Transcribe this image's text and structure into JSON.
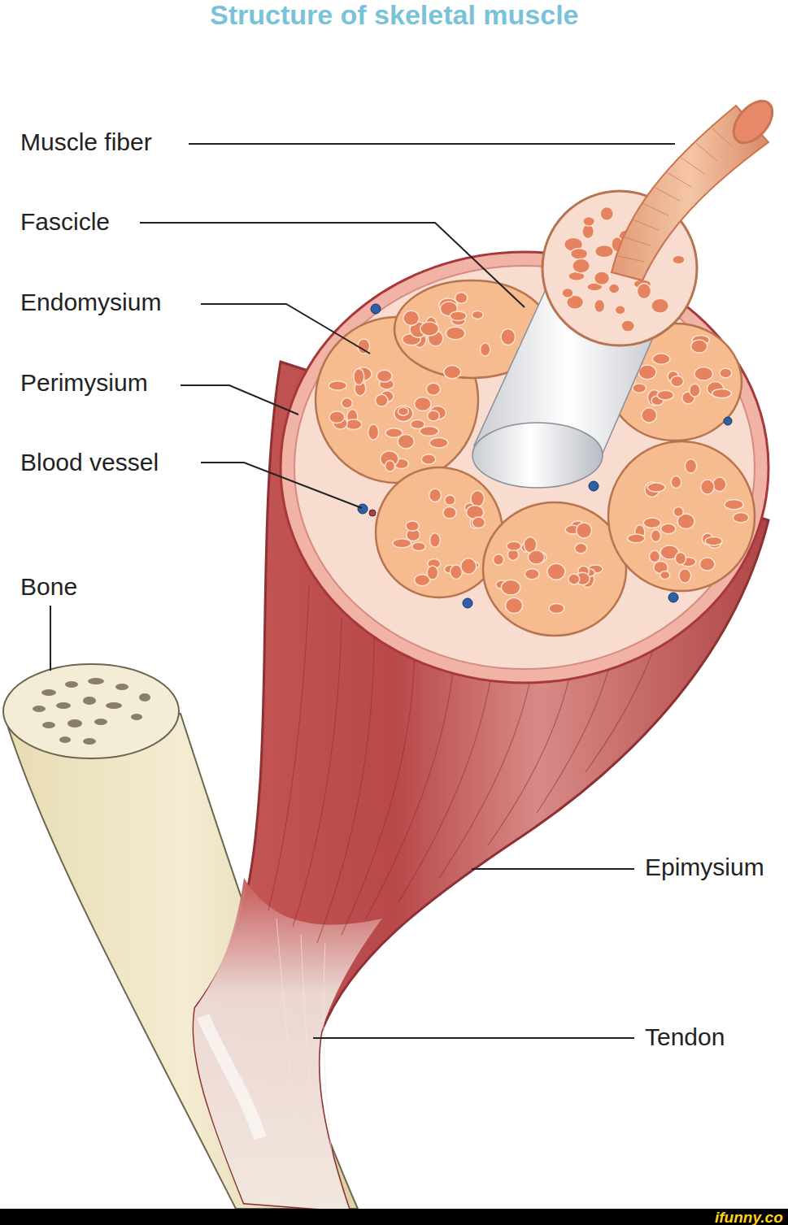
{
  "diagram": {
    "title": "Structure of skeletal muscle",
    "labels": [
      "Muscle fiber",
      "Fascicle",
      "Endomysium",
      "Perimysium",
      "Blood vessel",
      "Bone",
      "Epimysium",
      "Tendon",
      "ifunny.co"
    ]
  }
}
